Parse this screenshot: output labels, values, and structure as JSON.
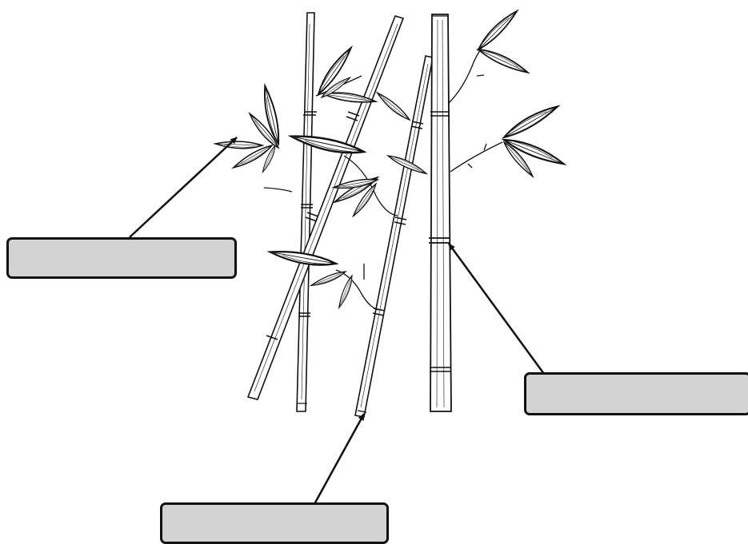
{
  "diagram": {
    "subject": "bamboo-plant",
    "labels": [
      {
        "id": "leaf",
        "text": ""
      },
      {
        "id": "node",
        "text": ""
      },
      {
        "id": "stem",
        "text": ""
      }
    ]
  },
  "colors": {
    "line": "#111111",
    "box_fill": "#d3d3d3",
    "background": "#ffffff"
  }
}
